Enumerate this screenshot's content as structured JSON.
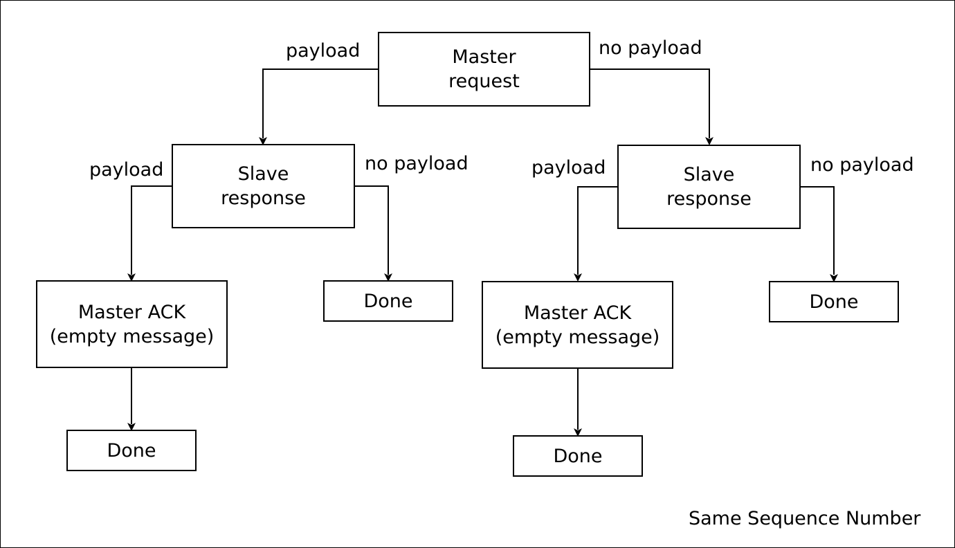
{
  "nodes": {
    "master_request": "Master\nrequest",
    "slave_response_left": "Slave\nresponse",
    "slave_response_right": "Slave\nresponse",
    "master_ack_left": "Master ACK\n(empty message)",
    "master_ack_right": "Master ACK\n(empty message)",
    "done_left_nopayload": "Done",
    "done_right_nopayload": "Done",
    "done_left_ack": "Done",
    "done_right_ack": "Done"
  },
  "edge_labels": {
    "root_payload": "payload",
    "root_no_payload": "no payload",
    "left_payload": "payload",
    "left_no_payload": "no payload",
    "right_payload": "payload",
    "right_no_payload": "no payload"
  },
  "footer": {
    "caption": "Same Sequence Number"
  },
  "colors": {
    "stroke": "#000000",
    "background": "#ffffff"
  }
}
